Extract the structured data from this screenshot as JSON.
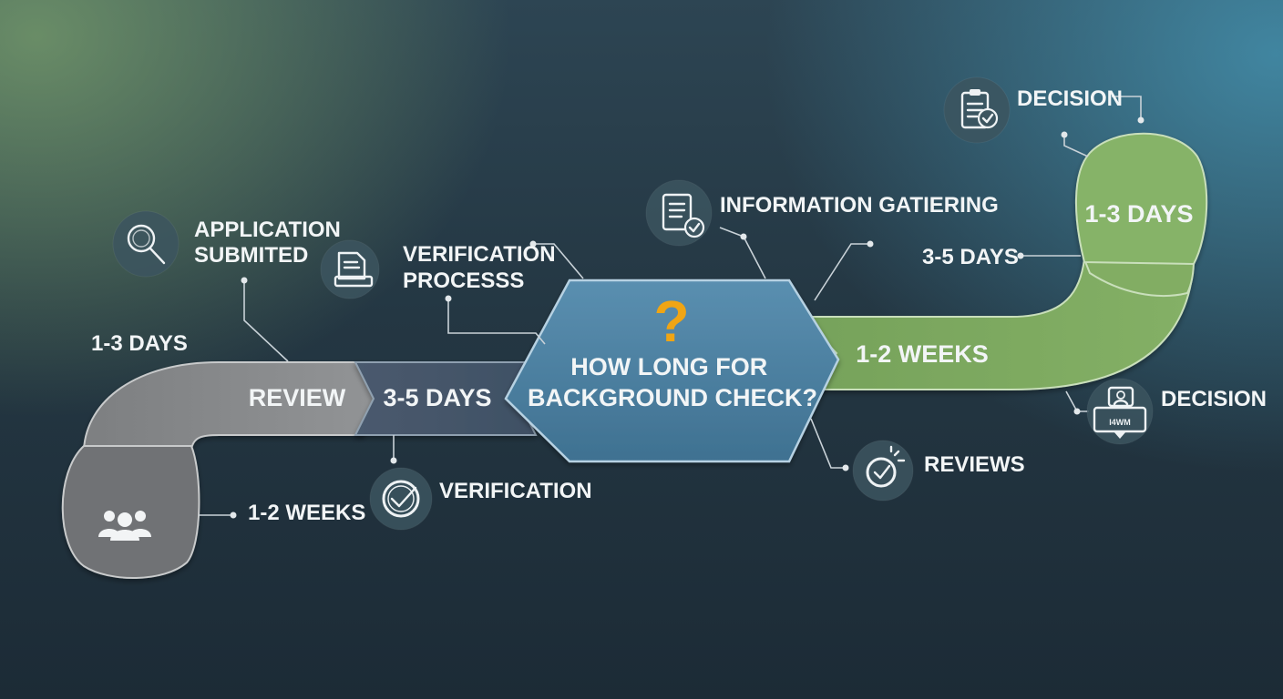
{
  "title": "HOW LONG FOR BACKGROUND CHECK?",
  "title_lines": [
    "HOW LONG FOR",
    "BACKGROUND CHECK?"
  ],
  "center_glyph": "?",
  "colors": {
    "gray_track": "#8a8c8e",
    "gray_dark": "#707274",
    "slate_track": "#4b5c70",
    "center_hex": "#4a7d9d",
    "green_track": "#79a55b",
    "green_light": "#86b367",
    "question_mark": "#f0a514"
  },
  "track_labels": {
    "review": "REVIEW",
    "verify_duration": "3-5 DAYS",
    "green_duration": "1-2 WEEKS",
    "curve_duration": "1-3 DAYS"
  },
  "callouts": {
    "application": [
      "APPLICATION",
      "SUBMITED"
    ],
    "verification_process": [
      "VERIFICATION",
      "PROCESSS"
    ],
    "information_gathering": "INFORMATION GATIERING",
    "decision_top": "DECISION",
    "three_five_days": "3-5 DAYS",
    "one_three_days_left": "1-3 DAYS",
    "one_two_weeks_bottom": "1-2 WEEKS",
    "verification": "VERIFICATION",
    "reviews": "REVIEWS",
    "decision_right": "DECISION"
  },
  "icons": {
    "application": "search-icon",
    "verification_process": "document-icon",
    "information_gathering": "checklist-icon",
    "decision_top": "clipboard-check-icon",
    "verification": "check-circle-icon",
    "reviews": "check-badge-icon",
    "decision_right": "id-card-icon",
    "people": "people-icon"
  },
  "id_card_text": "I4WM"
}
